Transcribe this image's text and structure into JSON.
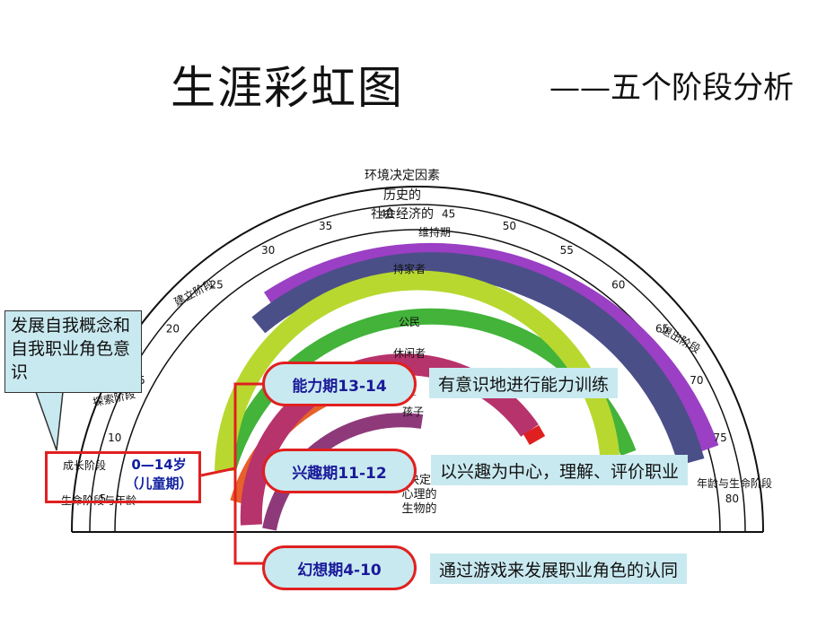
{
  "header": {
    "title": "生涯彩虹图",
    "subtitle": "——五个阶段分析"
  },
  "rainbow": {
    "env_line1": "环境决定因素",
    "env_line2": "历史的",
    "env_line3": "社会经济的",
    "stage_maintenance": "维持期",
    "stage_establishment": "建立阶段",
    "stage_exploration": "探索阶段",
    "stage_growth": "成长阶段",
    "stage_decline": "退出阶段",
    "life_stage_left": "生命阶段与年龄",
    "life_stage_right": "年龄与生命阶段",
    "personal_line1": "个人决定因素",
    "personal_line2": "心理的",
    "personal_line3": "生物的",
    "roles": {
      "homemaker": "持家者",
      "worker": "工作者",
      "citizen": "公民",
      "leisurite": "休闲者",
      "student": "学生",
      "child": "孩子"
    },
    "ages": [
      "5",
      "10",
      "15",
      "20",
      "25",
      "30",
      "35",
      "40",
      "45",
      "50",
      "55",
      "60",
      "65",
      "70",
      "75",
      "80"
    ],
    "role_colors": {
      "homemaker": "#9b3fc4",
      "worker": "#4a4f88",
      "citizen": "#ffffff",
      "leisurite": "#43b33a",
      "student": "#b8d830",
      "child": "#b7336b",
      "orange": "#e8602a"
    }
  },
  "callout": {
    "text": "发展自我概念和自我职业角色意识"
  },
  "age_label": {
    "line1": "0—14岁",
    "line2": "（儿童期）"
  },
  "periods": [
    {
      "label": "能力期13-14",
      "note": "有意识地进行能力训练"
    },
    {
      "label": "兴趣期11-12",
      "note": "以兴趣为中心，理解、评价职业"
    },
    {
      "label": "幻想期4-10",
      "note": "通过游戏来发展职业角色的认同"
    }
  ],
  "colors": {
    "highlight_red": "#e02020",
    "box_fill": "#c9e9f0",
    "period_text": "#1a1a99"
  }
}
